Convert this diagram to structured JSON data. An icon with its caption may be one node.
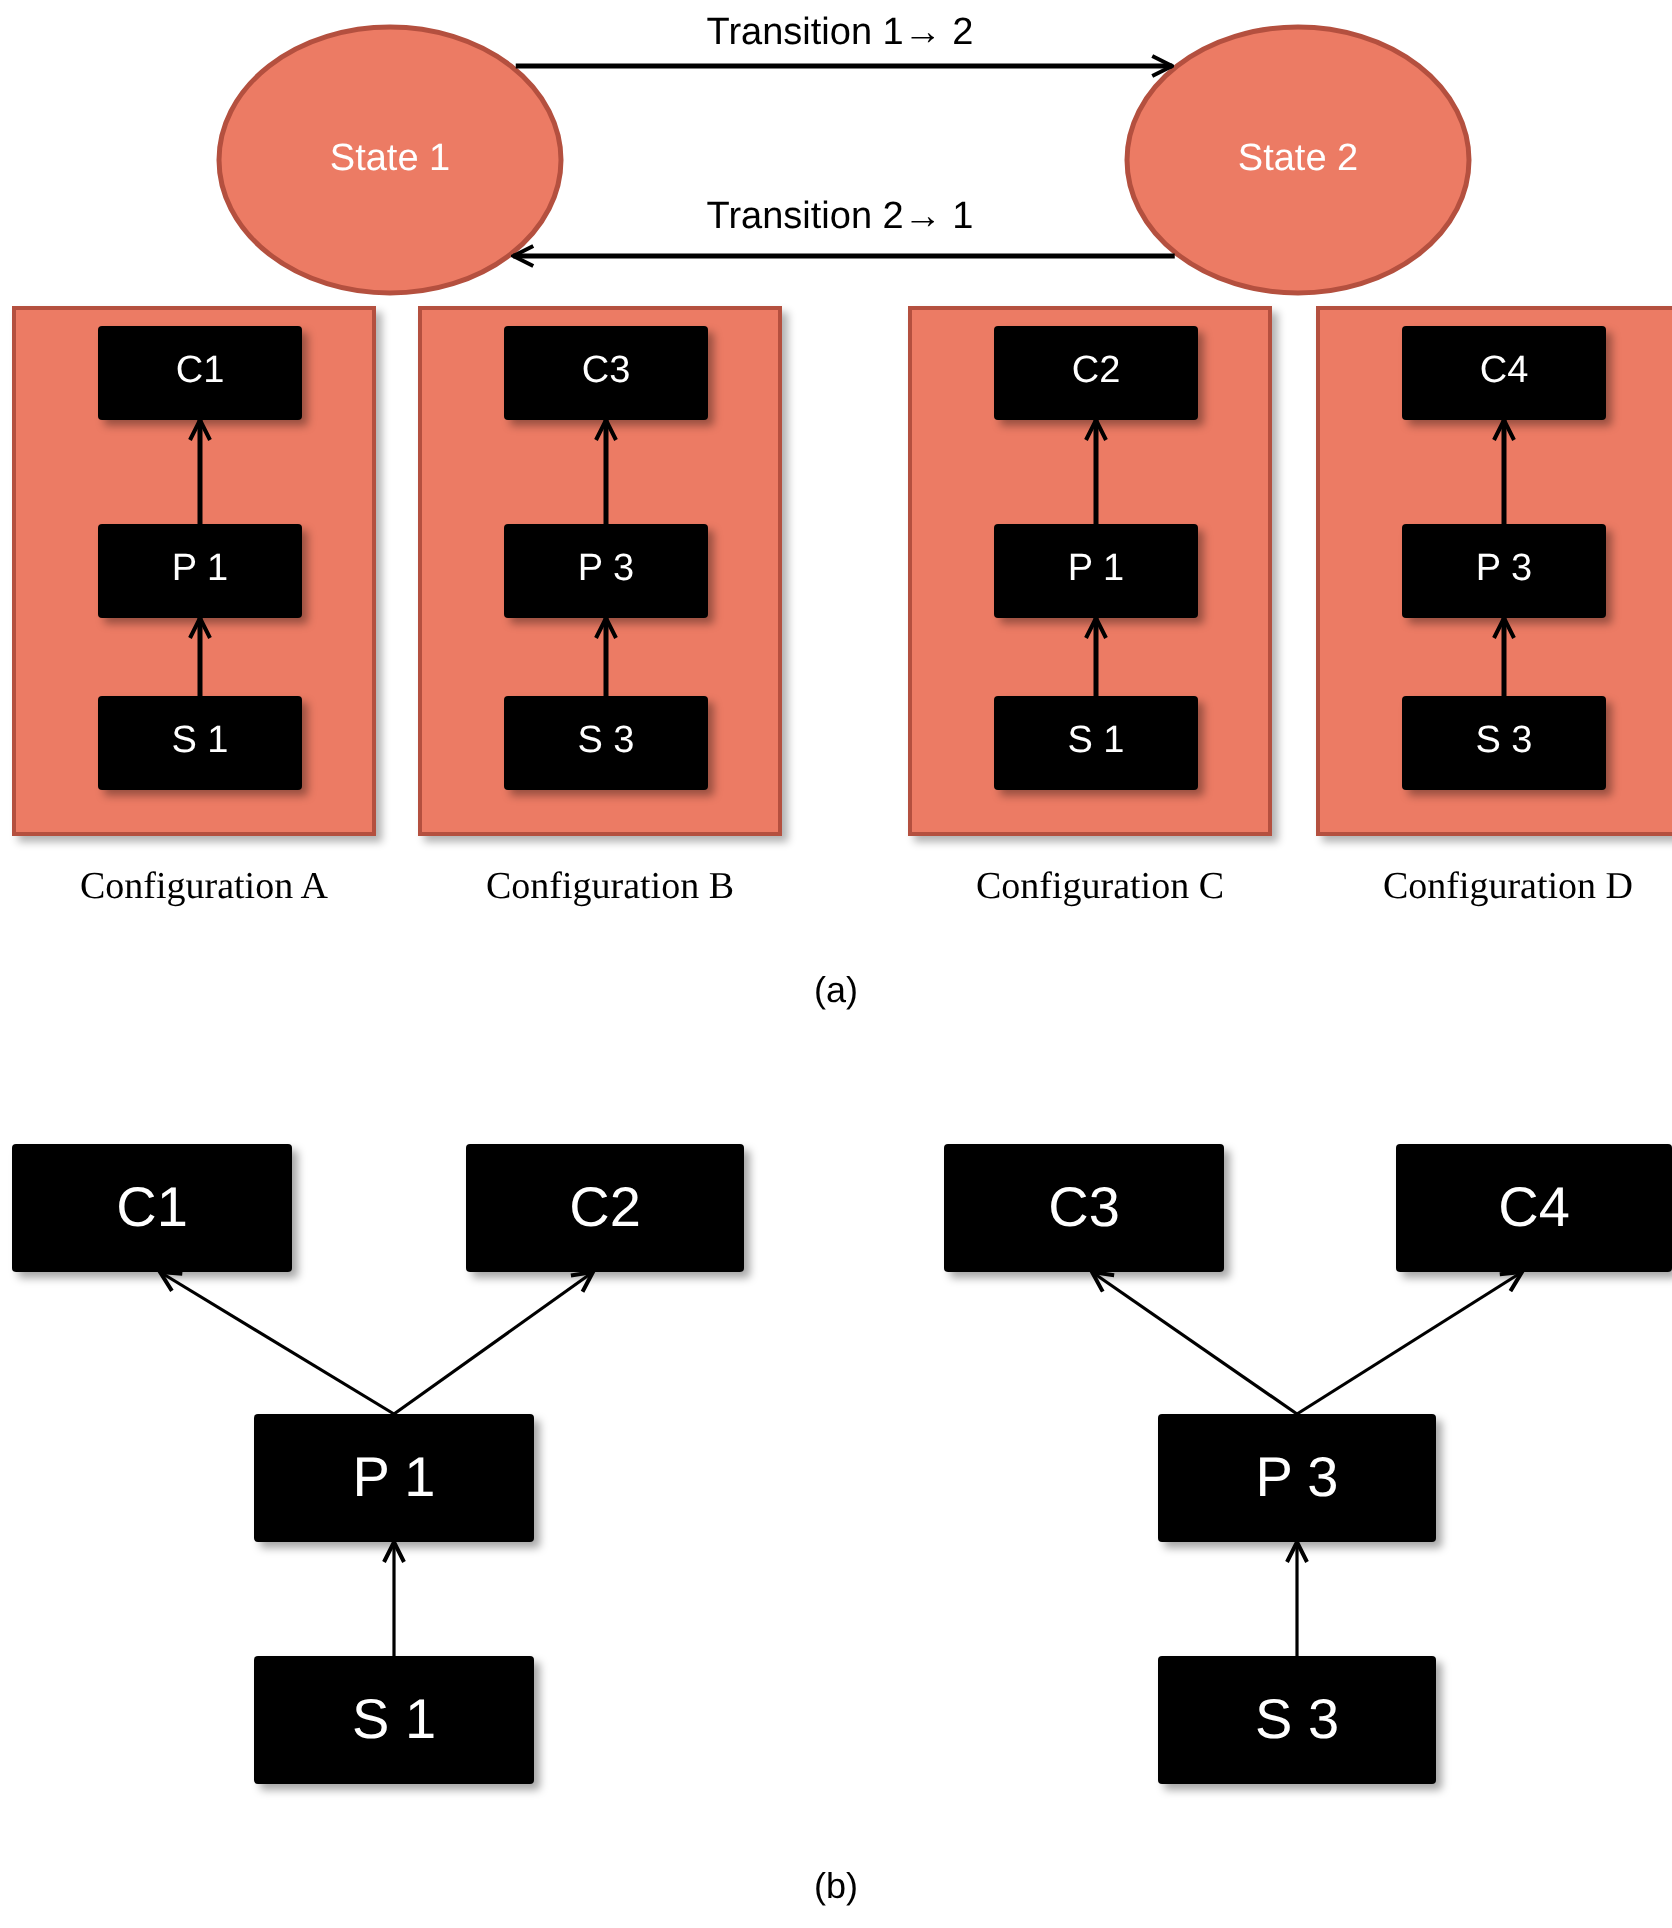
{
  "diagram": {
    "nodes": [
      {
        "text": [
          "State 1"
        ]
      },
      {
        "text": [
          "State 2"
        ]
      },
      {
        "text": [
          "Configuration A"
        ]
      },
      {
        "text": [
          "C1"
        ],
        "in": 2
      },
      {
        "text": [
          "P 1"
        ],
        "in": 2
      },
      {
        "text": [
          "S 1"
        ],
        "in": 2
      },
      {
        "text": [
          "Configuration B"
        ]
      },
      {
        "text": [
          "C3"
        ],
        "in": 6
      },
      {
        "text": [
          "P 3"
        ],
        "in": 6
      },
      {
        "text": [
          "S 3"
        ],
        "in": 6
      },
      {
        "text": [
          "Configuration C"
        ]
      },
      {
        "text": [
          "C2"
        ],
        "in": 10
      },
      {
        "text": [
          "P 1"
        ],
        "in": 10
      },
      {
        "text": [
          "S 1"
        ],
        "in": 10
      },
      {
        "text": [
          "Configuration D"
        ]
      },
      {
        "text": [
          "C4"
        ],
        "in": 14
      },
      {
        "text": [
          "P 3"
        ],
        "in": 14
      },
      {
        "text": [
          "S 3"
        ],
        "in": 14
      },
      {
        "text": [
          "C1"
        ]
      },
      {
        "text": [
          "C2"
        ]
      },
      {
        "text": [
          "C3"
        ]
      },
      {
        "text": [
          "C4"
        ]
      },
      {
        "text": [
          "P 1"
        ]
      },
      {
        "text": [
          "P 3"
        ]
      },
      {
        "text": [
          "S 1"
        ]
      },
      {
        "text": [
          "S 3"
        ]
      }
    ],
    "edges": [
      {
        "from": 0,
        "to": 1,
        "arrow": "to",
        "label": "Transition 1→ 2"
      },
      {
        "from": 1,
        "to": 0,
        "arrow": "to",
        "label": "Transition 2→ 1"
      },
      {
        "from": 4,
        "to": 3,
        "arrow": "to"
      },
      {
        "from": 5,
        "to": 4,
        "arrow": "to"
      },
      {
        "from": 8,
        "to": 7,
        "arrow": "to"
      },
      {
        "from": 9,
        "to": 8,
        "arrow": "to"
      },
      {
        "from": 12,
        "to": 11,
        "arrow": "to"
      },
      {
        "from": 13,
        "to": 12,
        "arrow": "to"
      },
      {
        "from": 16,
        "to": 15,
        "arrow": "to"
      },
      {
        "from": 17,
        "to": 16,
        "arrow": "to"
      },
      {
        "from": 22,
        "to": 18,
        "arrow": "to"
      },
      {
        "from": 22,
        "to": 19,
        "arrow": "to"
      },
      {
        "from": 24,
        "to": 22,
        "arrow": "to"
      },
      {
        "from": 23,
        "to": 20,
        "arrow": "to"
      },
      {
        "from": 23,
        "to": 21,
        "arrow": "to"
      },
      {
        "from": 25,
        "to": 23,
        "arrow": "to"
      }
    ],
    "labels": [
      "(a)",
      "(b)"
    ]
  }
}
